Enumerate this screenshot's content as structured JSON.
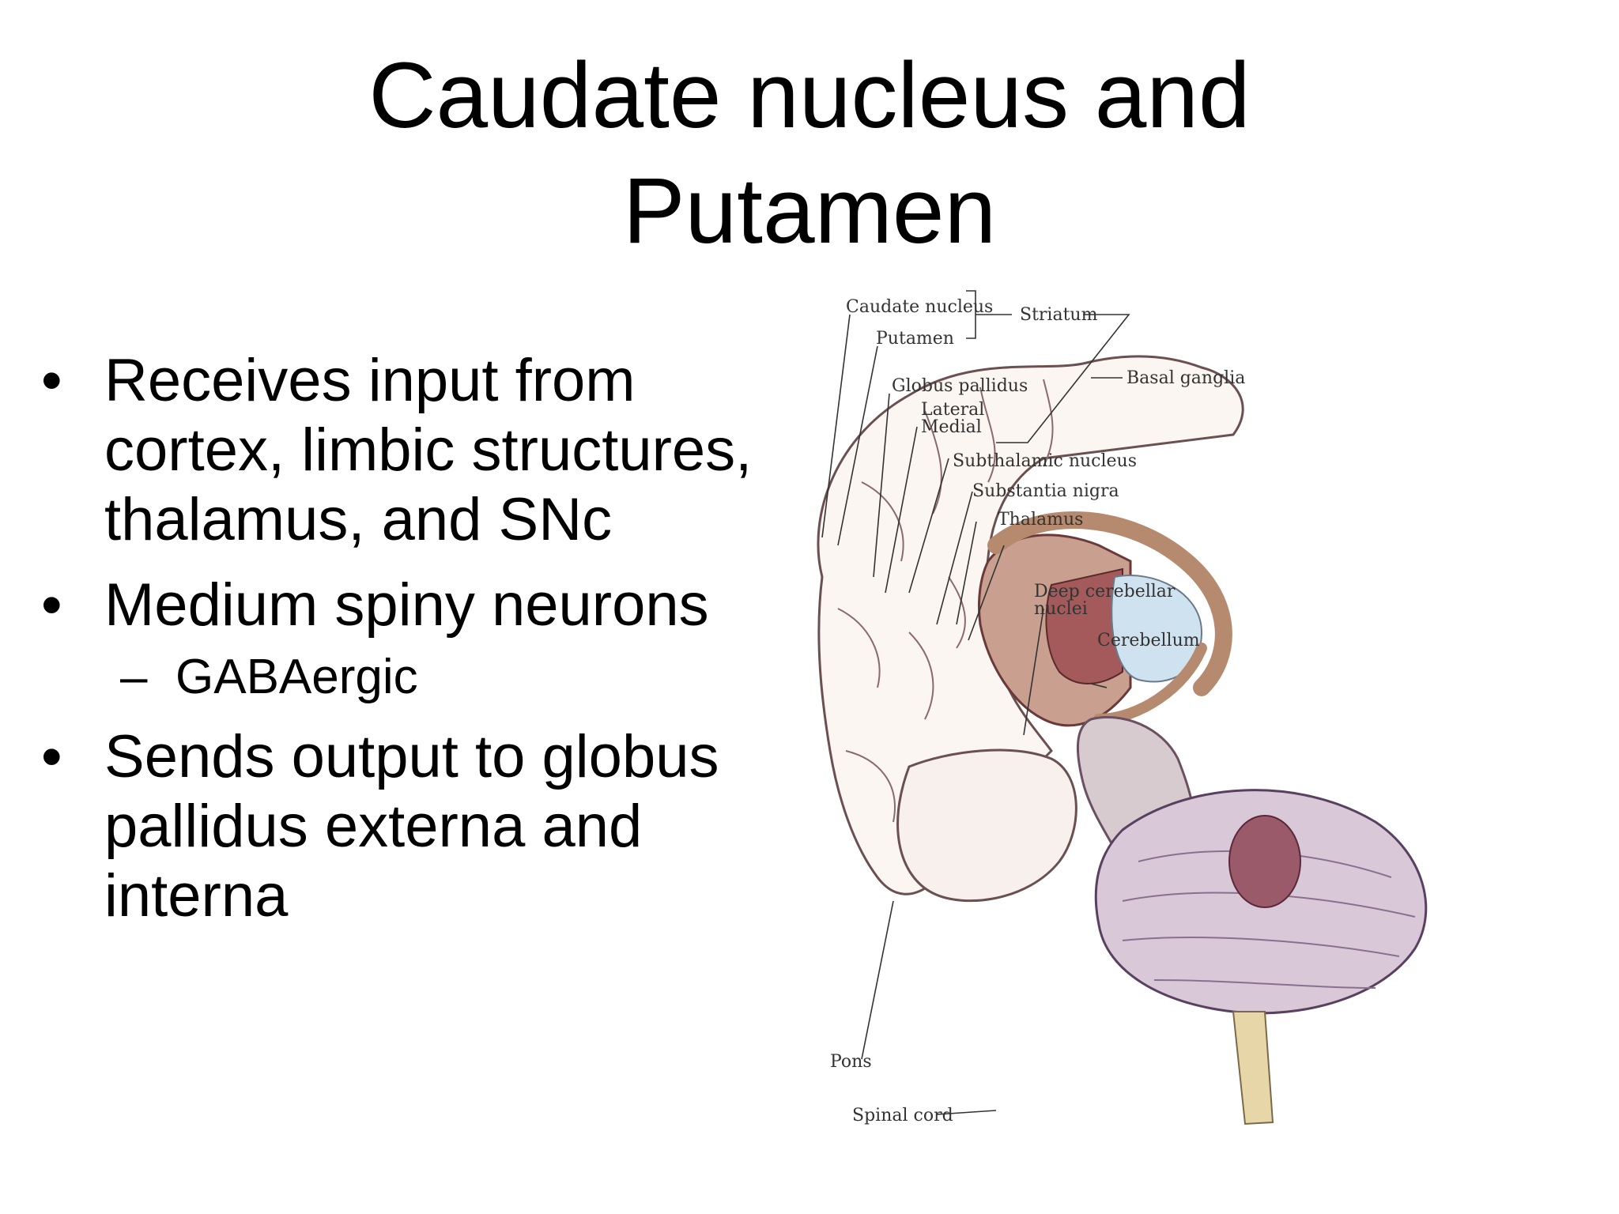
{
  "slide": {
    "title_line1": "Caudate nucleus and",
    "title_line2": "Putamen",
    "bullets": [
      {
        "marker": "•",
        "text": "Receives input from cortex, limbic structures, thalamus, and SNc"
      },
      {
        "marker": "•",
        "text": "Medium spiny neurons",
        "sub": [
          {
            "marker": "–",
            "text": "GABAergic"
          }
        ]
      },
      {
        "marker": "•",
        "text": "Sends output to globus pallidus externa and interna"
      }
    ]
  },
  "figure": {
    "labels": {
      "caudate_nucleus": "Caudate nucleus",
      "putamen": "Putamen",
      "striatum": "Striatum",
      "basal_ganglia": "Basal ganglia",
      "globus_pallidus": "Globus pallidus",
      "lateral": "Lateral",
      "medial": "Medial",
      "subthalamic_nucleus": "Subthalamic nucleus",
      "substantia_nigra": "Substantia nigra",
      "thalamus": "Thalamus",
      "deep_cerebellar_line1": "Deep cerebellar",
      "deep_cerebellar_line2": "nuclei",
      "cerebellum": "Cerebellum",
      "pons": "Pons",
      "spinal_cord": "Spinal cord"
    }
  }
}
